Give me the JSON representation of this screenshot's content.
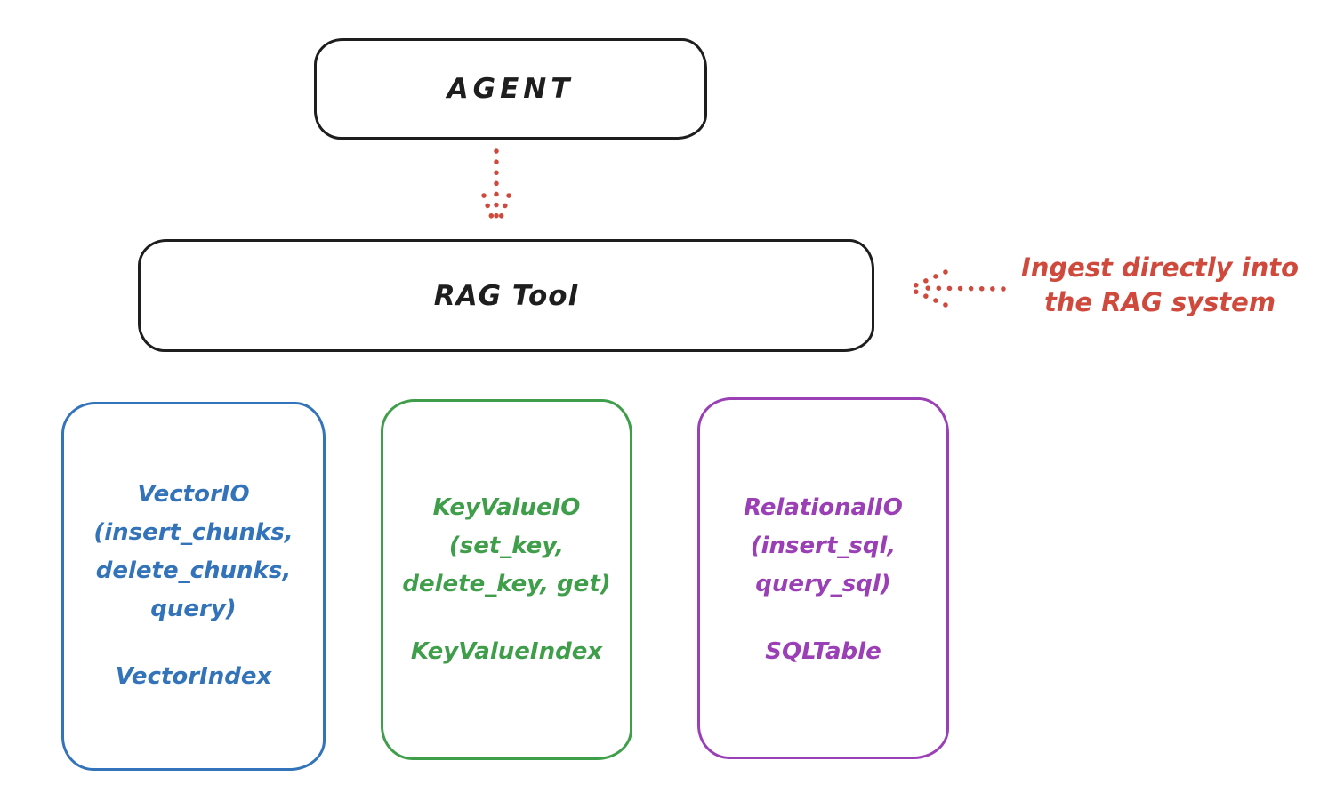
{
  "diagram": {
    "agent": {
      "label": "AGENT"
    },
    "rag_tool": {
      "label": "RAG Tool"
    },
    "annotation": {
      "text": "Ingest directly into\nthe RAG system"
    },
    "arrows": {
      "agent_to_rag": "dotted-arrow-down",
      "annotation_to_rag": "dotted-arrow-left"
    },
    "storage_boxes": [
      {
        "name": "vector-io",
        "title": "VectorIO\n(insert_chunks,\ndelete_chunks,\nquery)",
        "index": "VectorIndex"
      },
      {
        "name": "keyvalue-io",
        "title": "KeyValueIO\n(set_key,\ndelete_key, get)",
        "index": "KeyValueIndex"
      },
      {
        "name": "relational-io",
        "title": "RelationalIO\n(insert_sql,\nquery_sql)",
        "index": "SQLTable"
      }
    ]
  },
  "colors": {
    "ink": "#1e1e1e",
    "red": "#cf4a3c",
    "blue": "#3273b9",
    "green": "#3f9e4a",
    "purple": "#9a3fb5",
    "background": "#ffffff"
  }
}
